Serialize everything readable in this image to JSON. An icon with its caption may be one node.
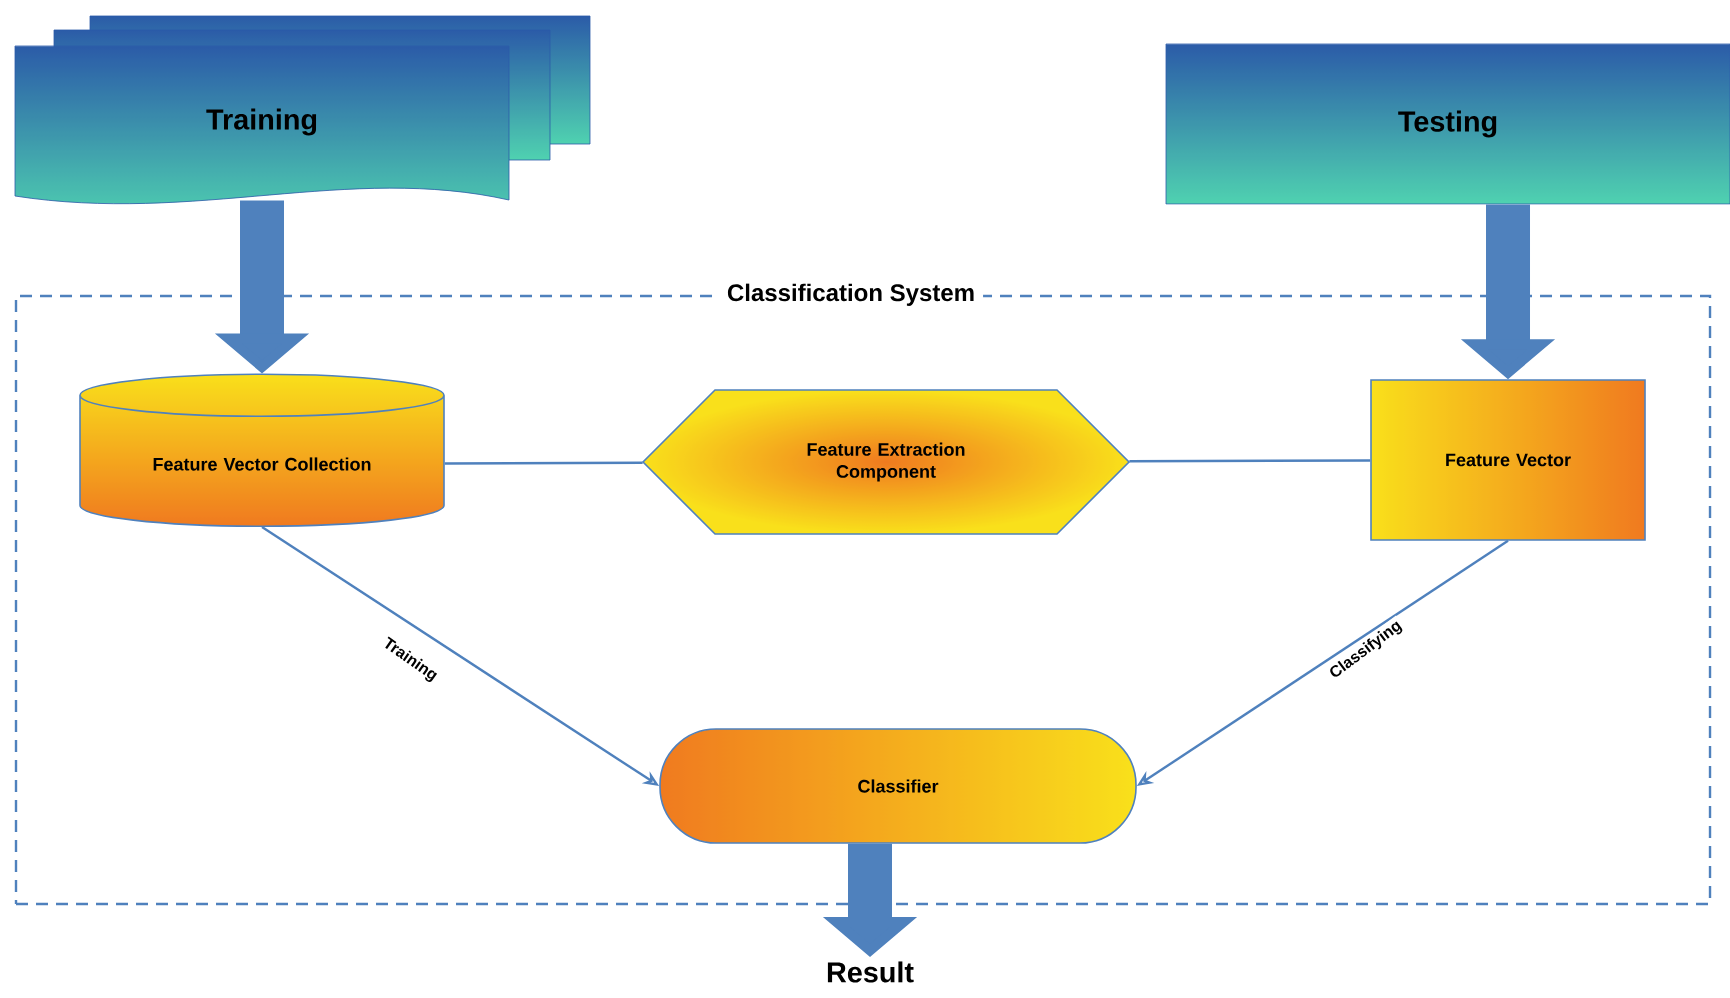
{
  "diagram": {
    "nodes": [
      {
        "text": [
          "Training"
        ]
      },
      {
        "text": [
          "Testing"
        ]
      },
      {
        "text": [
          "Classification System"
        ]
      },
      {
        "text": [
          "Feature Vector Collection"
        ],
        "in": 2
      },
      {
        "text": [
          "Feature Extraction Component"
        ],
        "in": 2
      },
      {
        "text": [
          "Feature Vector"
        ],
        "in": 2
      },
      {
        "text": [
          "Classifier"
        ],
        "in": 2
      },
      {
        "text": [
          "Result"
        ]
      }
    ],
    "edges": [
      {
        "from": 0,
        "to": 3,
        "arrow": "to",
        "style": "thick"
      },
      {
        "from": 1,
        "to": 5,
        "arrow": "to",
        "style": "thick"
      },
      {
        "from": 3,
        "to": 4,
        "arrow": "none"
      },
      {
        "from": 4,
        "to": 5,
        "arrow": "none"
      },
      {
        "from": 3,
        "to": 6,
        "arrow": "to",
        "label": "Training"
      },
      {
        "from": 5,
        "to": 6,
        "arrow": "to",
        "label": "Classifying"
      },
      {
        "from": 6,
        "to": 7,
        "arrow": "to",
        "style": "thick"
      }
    ]
  }
}
